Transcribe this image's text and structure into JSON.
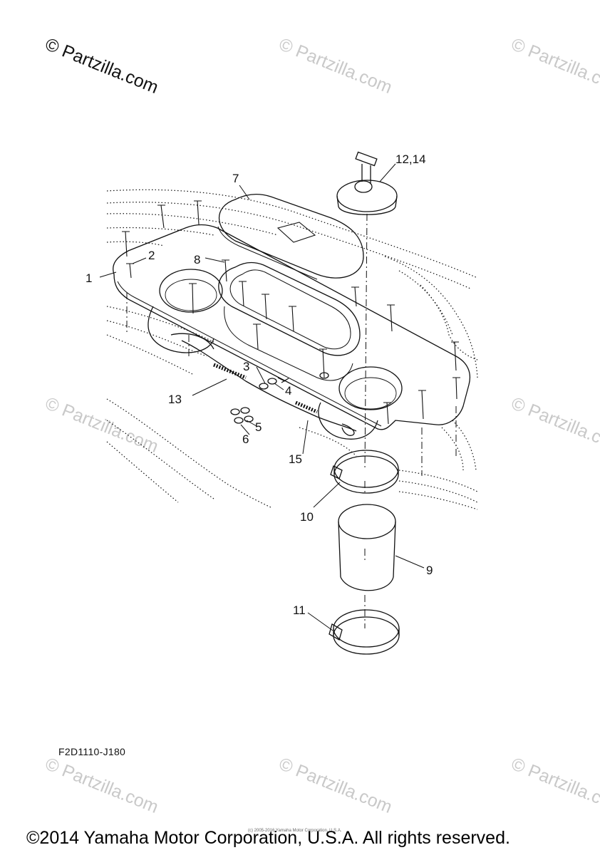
{
  "watermark_main": "© Partzilla.com",
  "watermark_repeat": "© Partzilla.com",
  "figure_code": "F2D1110-J180",
  "small_credit": "(c) 2005-2016 Yamaha Motor Corporation, U.S.A.",
  "copyright": "©2014 Yamaha Motor Corporation, U.S.A. All rights reserved.",
  "callouts": {
    "c1": "1",
    "c2": "2",
    "c3": "3",
    "c4": "4",
    "c5": "5",
    "c6": "6",
    "c7": "7",
    "c8": "8",
    "c9": "9",
    "c10": "10",
    "c11": "11",
    "c12_14": "12,14",
    "c13": "13",
    "c15": "15"
  }
}
